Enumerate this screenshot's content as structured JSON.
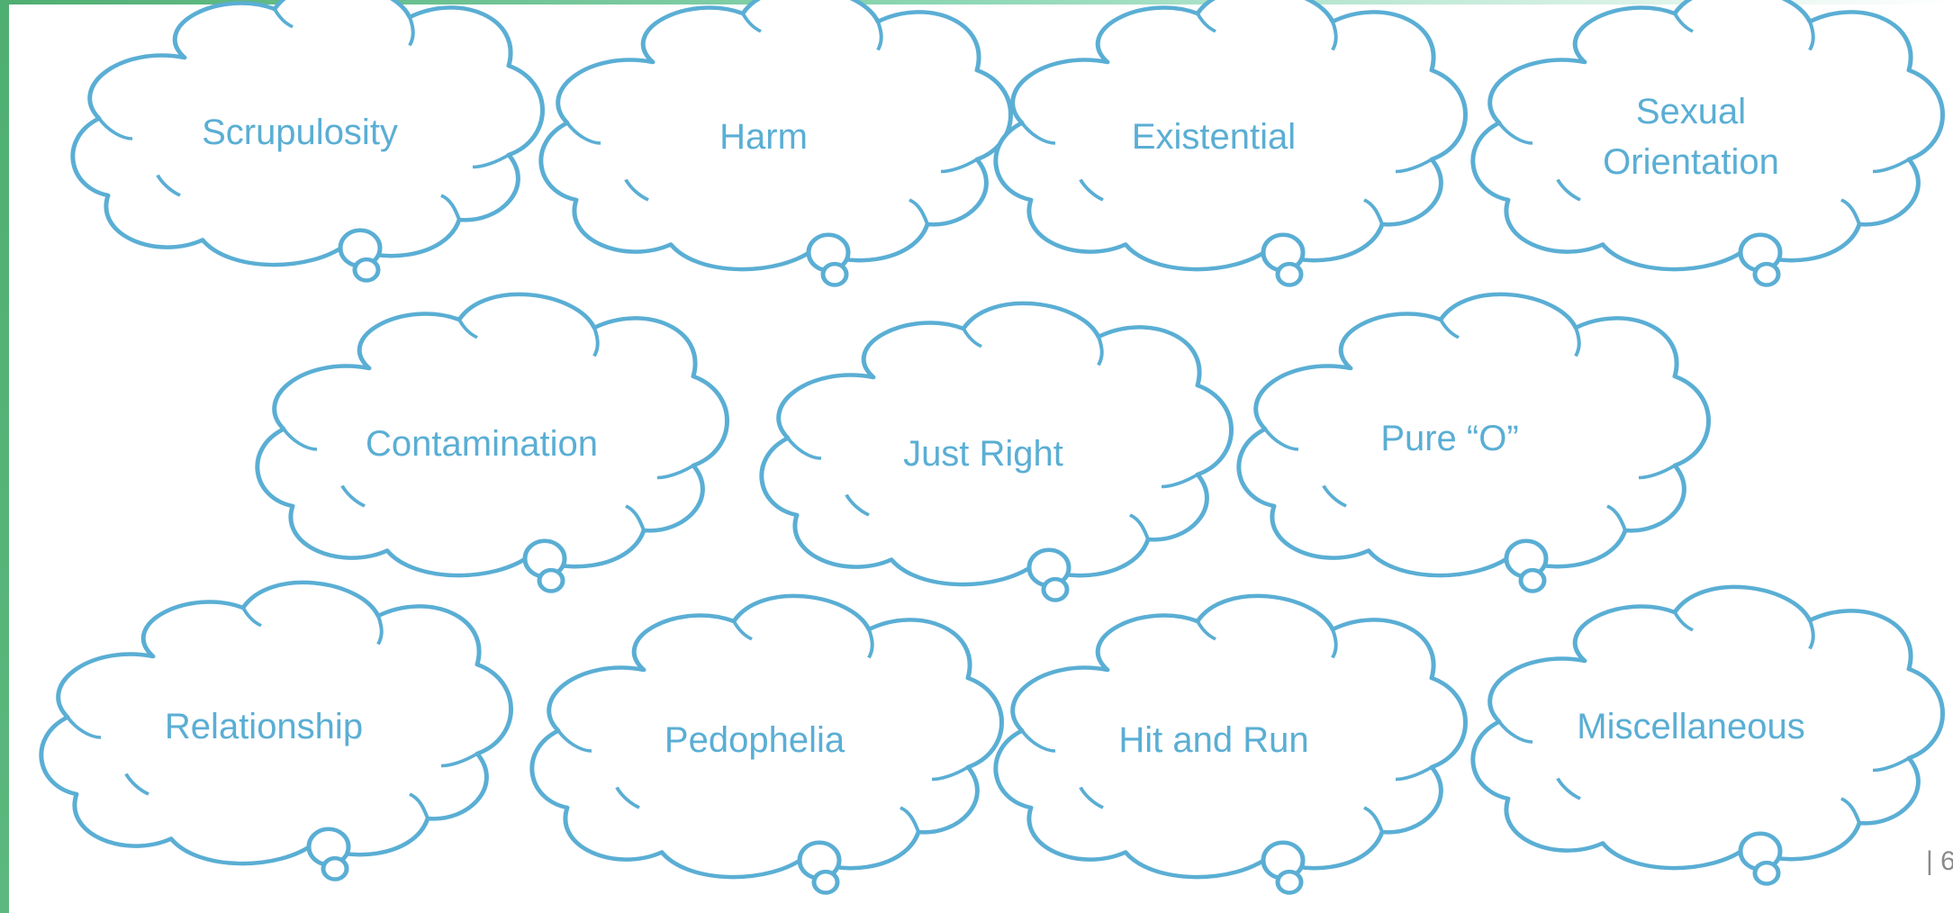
{
  "slide": {
    "page_number": "| 6",
    "bubble_color": "#5aaed4",
    "accent_color": "#4fae72"
  },
  "bubbles": [
    {
      "lines": [
        "Scrupulosity"
      ]
    },
    {
      "lines": [
        "Harm"
      ]
    },
    {
      "lines": [
        "Existential"
      ]
    },
    {
      "lines": [
        "Sexual",
        "Orientation"
      ]
    },
    {
      "lines": [
        "Contamination"
      ]
    },
    {
      "lines": [
        "Just Right"
      ]
    },
    {
      "lines": [
        "Pure “O”"
      ]
    },
    {
      "lines": [
        "Relationship"
      ]
    },
    {
      "lines": [
        "Pedophelia"
      ]
    },
    {
      "lines": [
        "Hit and Run"
      ]
    },
    {
      "lines": [
        "Miscellaneous"
      ]
    }
  ]
}
